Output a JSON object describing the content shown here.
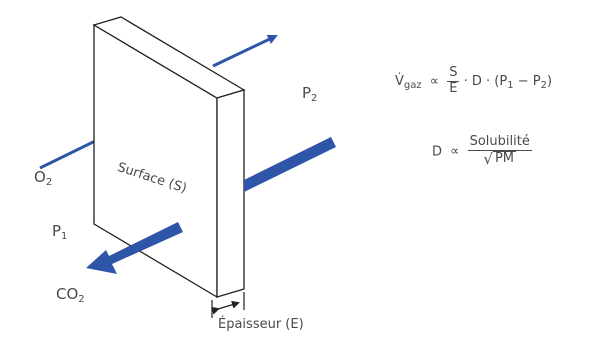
{
  "diagram": {
    "labels": {
      "o2": "O",
      "o2_sub": "2",
      "co2": "CO",
      "co2_sub": "2",
      "p1": "P",
      "p1_sub": "1",
      "p2": "P",
      "p2_sub": "2",
      "surface": "Surface (S)",
      "thickness": "Épaisseur (E)"
    },
    "formula1": {
      "lhs": "V̇",
      "lhs_sub": "gaz",
      "prop": "∝",
      "frac_num": "S",
      "frac_den": "E",
      "rest": "· D · (P",
      "p1_sub": "1",
      "minus": " − P",
      "p2_sub": "2",
      "close": ")"
    },
    "formula2": {
      "lhs": "D",
      "prop": "∝",
      "frac_num": "Solubilité",
      "frac_den": "PM"
    },
    "colors": {
      "arrow": "#2f55a8",
      "outline": "#222222",
      "text": "#4a4a4a"
    }
  }
}
